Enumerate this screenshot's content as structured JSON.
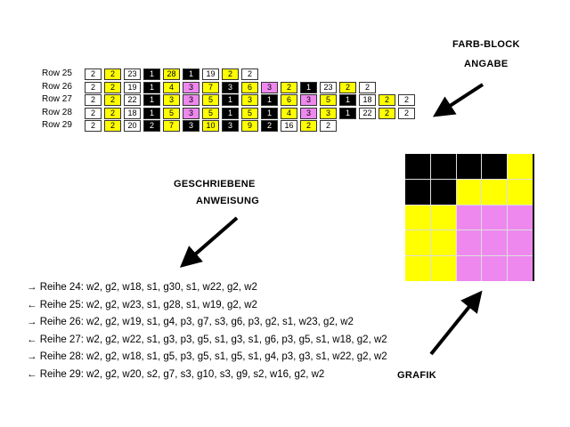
{
  "labels": {
    "farb_block_1": "FARB-BLOCK",
    "farb_block_2": "ANGABE",
    "geschrieben_1": "GESCHRIEBENE",
    "geschrieben_2": "ANWEISUNG",
    "grafik": "GRAFIK"
  },
  "colors": {
    "w": "#ffffff",
    "y": "#ffff00",
    "b": "#000000",
    "p": "#ee88ee"
  },
  "rows": [
    {
      "label": "Row 25",
      "cells": [
        [
          "2",
          "w"
        ],
        [
          "2",
          "y"
        ],
        [
          "23",
          "w"
        ],
        [
          "1",
          "b"
        ],
        [
          "28",
          "y"
        ],
        [
          "1",
          "b"
        ],
        [
          "19",
          "w"
        ],
        [
          "2",
          "y"
        ],
        [
          "2",
          "w"
        ]
      ]
    },
    {
      "label": "Row 26",
      "cells": [
        [
          "2",
          "w"
        ],
        [
          "2",
          "y"
        ],
        [
          "19",
          "w"
        ],
        [
          "1",
          "b"
        ],
        [
          "4",
          "y"
        ],
        [
          "3",
          "p"
        ],
        [
          "7",
          "y"
        ],
        [
          "3",
          "b"
        ],
        [
          "6",
          "y"
        ],
        [
          "3",
          "p"
        ],
        [
          "2",
          "y"
        ],
        [
          "1",
          "b"
        ],
        [
          "23",
          "w"
        ],
        [
          "2",
          "y"
        ],
        [
          "2",
          "w"
        ]
      ]
    },
    {
      "label": "Row 27",
      "cells": [
        [
          "2",
          "w"
        ],
        [
          "2",
          "y"
        ],
        [
          "22",
          "w"
        ],
        [
          "1",
          "b"
        ],
        [
          "3",
          "y"
        ],
        [
          "3",
          "p"
        ],
        [
          "5",
          "y"
        ],
        [
          "1",
          "b"
        ],
        [
          "3",
          "y"
        ],
        [
          "1",
          "b"
        ],
        [
          "6",
          "y"
        ],
        [
          "3",
          "p"
        ],
        [
          "5",
          "y"
        ],
        [
          "1",
          "b"
        ],
        [
          "18",
          "w"
        ],
        [
          "2",
          "y"
        ],
        [
          "2",
          "w"
        ]
      ]
    },
    {
      "label": "Row 28",
      "cells": [
        [
          "2",
          "w"
        ],
        [
          "2",
          "y"
        ],
        [
          "18",
          "w"
        ],
        [
          "1",
          "b"
        ],
        [
          "5",
          "y"
        ],
        [
          "3",
          "p"
        ],
        [
          "5",
          "y"
        ],
        [
          "1",
          "b"
        ],
        [
          "5",
          "y"
        ],
        [
          "1",
          "b"
        ],
        [
          "4",
          "y"
        ],
        [
          "3",
          "p"
        ],
        [
          "3",
          "y"
        ],
        [
          "1",
          "b"
        ],
        [
          "22",
          "w"
        ],
        [
          "2",
          "y"
        ],
        [
          "2",
          "w"
        ]
      ]
    },
    {
      "label": "Row 29",
      "cells": [
        [
          "2",
          "w"
        ],
        [
          "2",
          "y"
        ],
        [
          "20",
          "w"
        ],
        [
          "2",
          "b"
        ],
        [
          "7",
          "y"
        ],
        [
          "3",
          "b"
        ],
        [
          "10",
          "y"
        ],
        [
          "3",
          "b"
        ],
        [
          "9",
          "y"
        ],
        [
          "2",
          "b"
        ],
        [
          "16",
          "w"
        ],
        [
          "2",
          "y"
        ],
        [
          "2",
          "w"
        ]
      ]
    }
  ],
  "instructions": [
    "→ Reihe 24: w2, g2, w18, s1, g30, s1, w22, g2, w2",
    "← Reihe 25: w2, g2, w23, s1, g28, s1, w19, g2, w2",
    "→ Reihe 26: w2, g2, w19, s1, g4, p3, g7, s3, g6, p3, g2, s1, w23, g2, w2",
    "← Reihe 27: w2, g2, w22, s1, g3, p3, g5, s1, g3, s1, g6, p3, g5, s1, w18, g2, w2",
    "→ Reihe 28: w2, g2, w18, s1, g5, p3, g5, s1, g5, s1, g4, p3, g3, s1, w22, g2, w2",
    "← Reihe 29: w2, g2, w20, s2, g7, s3, g10, s3, g9, s2, w16, g2, w2"
  ],
  "grafik_grid": [
    [
      "b",
      "b",
      "b",
      "b",
      "y"
    ],
    [
      "b",
      "b",
      "y",
      "y",
      "y"
    ],
    [
      "y",
      "y",
      "p",
      "p",
      "p"
    ],
    [
      "y",
      "y",
      "p",
      "p",
      "p"
    ],
    [
      "y",
      "y",
      "p",
      "p",
      "p"
    ]
  ]
}
